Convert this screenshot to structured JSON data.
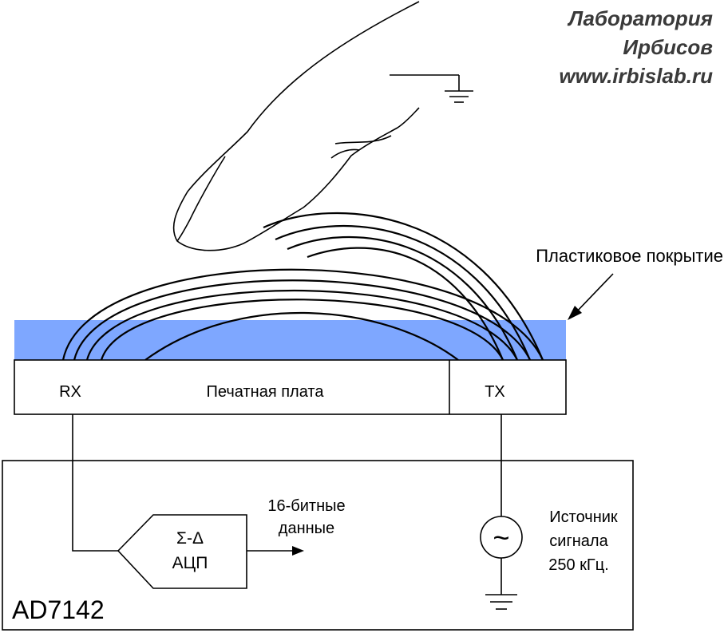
{
  "watermark": {
    "line1": "Лаборатория",
    "line2": "Ирбисов",
    "line3": "www.irbislab.ru"
  },
  "labels": {
    "plastic_cover": "Пластиковое покрытие",
    "pcb": "Печатная плата",
    "rx": "RX",
    "tx": "TX",
    "adc_line1": "Σ-Δ",
    "adc_line2": "АЦП",
    "output_line1": "16-битные",
    "output_line2": "данные",
    "source_line1": "Источник",
    "source_line2": "сигнала",
    "source_line3": "250 кГц.",
    "chip": "AD7142",
    "source_symbol": "~"
  },
  "colors": {
    "plastic_cover": "#7ea7ff",
    "stroke": "#000000",
    "background": "#ffffff"
  }
}
